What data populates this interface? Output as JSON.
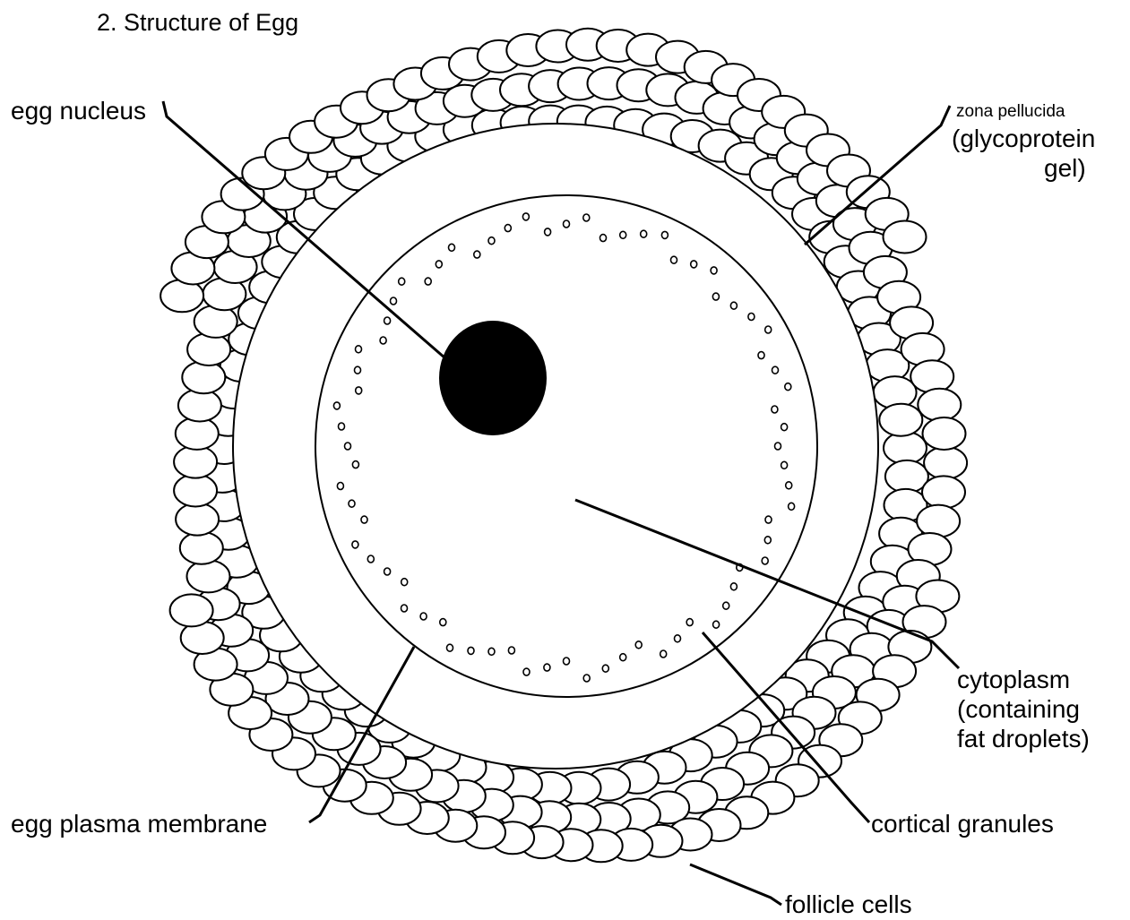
{
  "title": "2. Structure of Egg",
  "labels": {
    "egg_nucleus": "egg nucleus",
    "zona_line1": "zona  pellucida",
    "zona_line2": "(glycoprotein",
    "zona_line3": "gel)",
    "cytoplasm_line1": "cytoplasm",
    "cytoplasm_line2": "(containing",
    "cytoplasm_line3": "fat droplets)",
    "plasma_membrane": "egg plasma membrane",
    "cortical_granules": "cortical granules",
    "follicle_cells": "follicle cells"
  },
  "colors": {
    "stroke": "#000000",
    "fill": "#ffffff",
    "nucleus": "#000000"
  }
}
